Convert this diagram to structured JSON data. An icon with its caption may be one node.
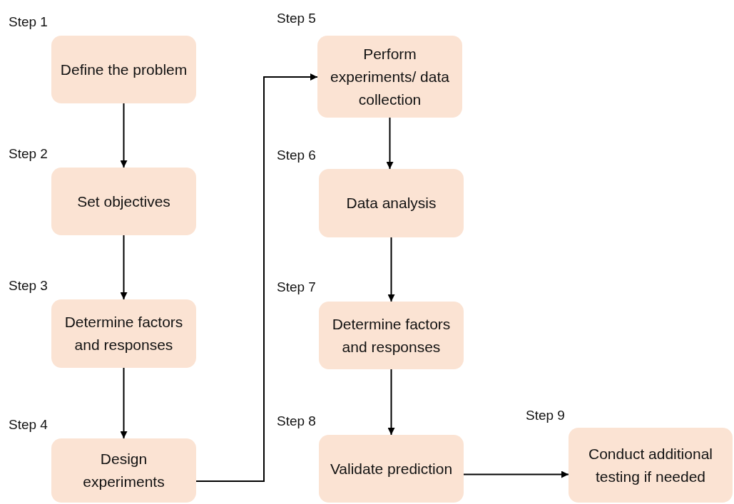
{
  "diagram": {
    "nodes": [
      {
        "text": [
          "Define the problem"
        ],
        "beside": [
          "Step 1"
        ]
      },
      {
        "text": [
          "Set objectives"
        ],
        "beside": [
          "Step 2"
        ]
      },
      {
        "text": [
          "Determine factors and responses"
        ],
        "beside": [
          "Step 3"
        ]
      },
      {
        "text": [
          "Design experiments"
        ],
        "beside": [
          "Step 4"
        ]
      },
      {
        "text": [
          "Perform experiments/ data collection"
        ],
        "beside": [
          "Step 5"
        ]
      },
      {
        "text": [
          "Data analysis"
        ],
        "beside": [
          "Step 6"
        ]
      },
      {
        "text": [
          "Determine factors and responses"
        ],
        "beside": [
          "Step 7"
        ]
      },
      {
        "text": [
          "Validate prediction"
        ],
        "beside": [
          "Step 8"
        ]
      },
      {
        "text": [
          "Conduct additional testing if needed"
        ],
        "beside": [
          "Step 9"
        ]
      }
    ],
    "edges": [
      {
        "from": 0,
        "to": 1,
        "arrow": "to"
      },
      {
        "from": 1,
        "to": 2,
        "arrow": "to"
      },
      {
        "from": 2,
        "to": 3,
        "arrow": "to"
      },
      {
        "from": 3,
        "to": 4,
        "arrow": "to"
      },
      {
        "from": 4,
        "to": 5,
        "arrow": "to"
      },
      {
        "from": 5,
        "to": 6,
        "arrow": "to"
      },
      {
        "from": 6,
        "to": 7,
        "arrow": "to"
      },
      {
        "from": 7,
        "to": 8,
        "arrow": "to"
      }
    ]
  }
}
